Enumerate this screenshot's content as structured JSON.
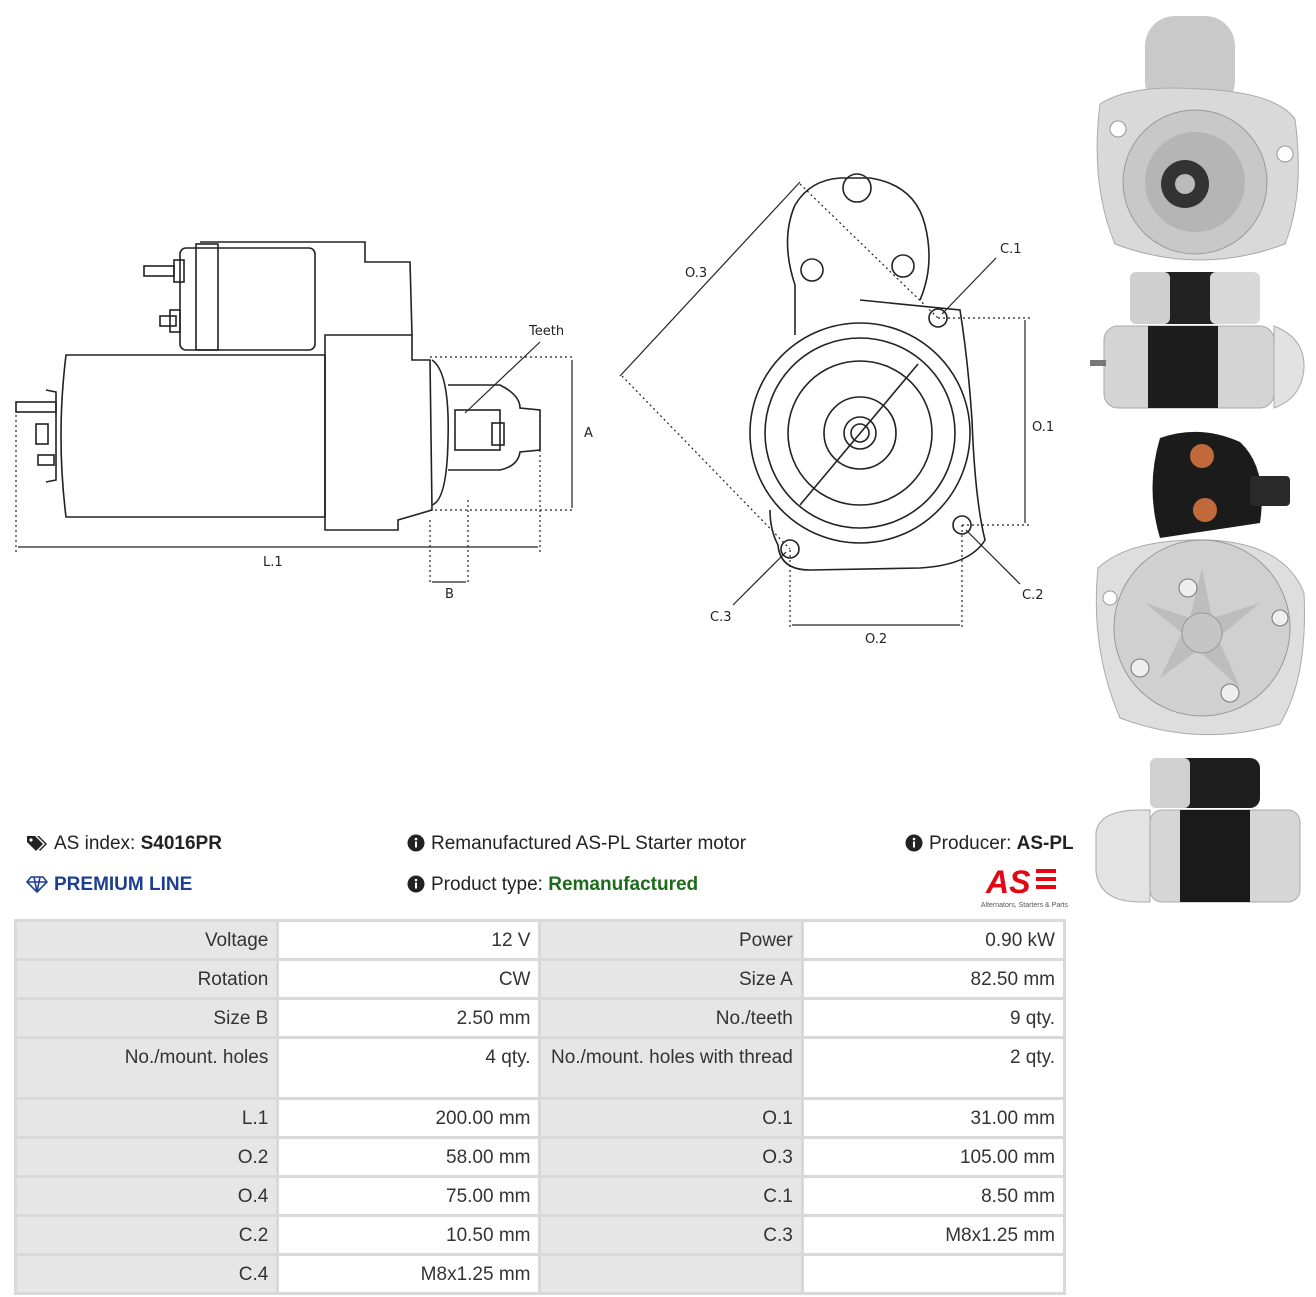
{
  "drawing": {
    "labels": {
      "teeth": "Teeth",
      "a": "A",
      "b": "B",
      "l1": "L.1",
      "o1": "O.1",
      "o2": "O.2",
      "o3": "O.3",
      "c1": "C.1",
      "c2": "C.2",
      "c3": "C.3"
    }
  },
  "info": {
    "as_index_label": "AS index:",
    "as_index_value": "S4016PR",
    "premium": "PREMIUM LINE",
    "description": "Remanufactured AS-PL Starter motor",
    "product_type_label": "Product type:",
    "product_type_value": "Remanufactured",
    "producer_label": "Producer:",
    "producer_value": "AS-PL",
    "logo_text": "AS",
    "logo_sub": "Alternators, Starters & Parts"
  },
  "colors": {
    "premium_blue": "#1d3f8f",
    "remanufactured_green": "#1b6b1b",
    "logo_red": "#e30613"
  },
  "specs": [
    [
      "Voltage",
      "12 V",
      "Power",
      "0.90 kW"
    ],
    [
      "Rotation",
      "CW",
      "Size A",
      "82.50 mm"
    ],
    [
      "Size B",
      "2.50 mm",
      "No./teeth",
      "9 qty."
    ],
    [
      "No./mount. holes",
      "4 qty.",
      "No./mount. holes with thread",
      "2 qty."
    ],
    [
      "L.1",
      "200.00 mm",
      "O.1",
      "31.00 mm"
    ],
    [
      "O.2",
      "58.00 mm",
      "O.3",
      "105.00 mm"
    ],
    [
      "O.4",
      "75.00 mm",
      "C.1",
      "8.50 mm"
    ],
    [
      "C.2",
      "10.50 mm",
      "C.3",
      "M8x1.25 mm"
    ],
    [
      "C.4",
      "M8x1.25 mm",
      "",
      ""
    ]
  ]
}
